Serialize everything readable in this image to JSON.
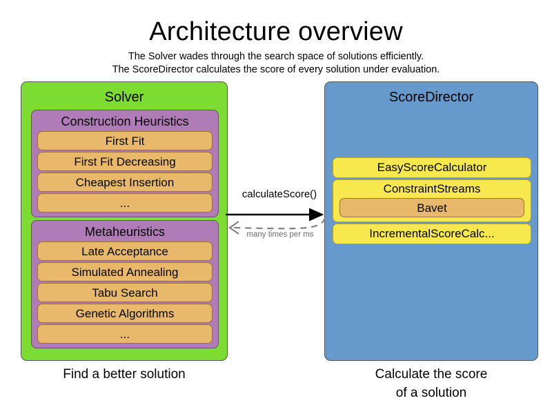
{
  "header": {
    "title": "Architecture overview",
    "subtitle_line_1": "The Solver wades through the search space of solutions efficiently.",
    "subtitle_line_2": "The ScoreDirector calculates the score of every solution under evaluation."
  },
  "colors": {
    "solver_panel": "#7CDC32",
    "scoredirector_panel": "#6699CC",
    "group_purple": "#B07CB7",
    "leaf_orange": "#E8B96B",
    "calculator_yellow": "#F7E84E",
    "arrow_solid": "#000000",
    "arrow_dashed": "#808080",
    "background": "#ffffff"
  },
  "solver": {
    "title": "Solver",
    "caption": "Find a better solution",
    "groups": [
      {
        "title": "Construction Heuristics",
        "items": [
          {
            "label": "First Fit"
          },
          {
            "label": "First Fit Decreasing"
          },
          {
            "label": "Cheapest Insertion"
          },
          {
            "label": "..."
          }
        ]
      },
      {
        "title": "Metaheuristics",
        "items": [
          {
            "label": "Late Acceptance"
          },
          {
            "label": "Simulated Annealing"
          },
          {
            "label": "Tabu Search"
          },
          {
            "label": "Genetic Algorithms"
          },
          {
            "label": "..."
          }
        ]
      }
    ]
  },
  "scoredirector": {
    "title": "ScoreDirector",
    "caption_line_1": "Calculate the score",
    "caption_line_2": "of a solution",
    "calculators": [
      {
        "label": "EasyScoreCalculator"
      },
      {
        "label": "ConstraintStreams",
        "child": "Bavet"
      },
      {
        "label": "IncrementalScoreCalc..."
      }
    ]
  },
  "connections": {
    "request_label": "calculateScore()",
    "response_label": "many times per ms"
  }
}
